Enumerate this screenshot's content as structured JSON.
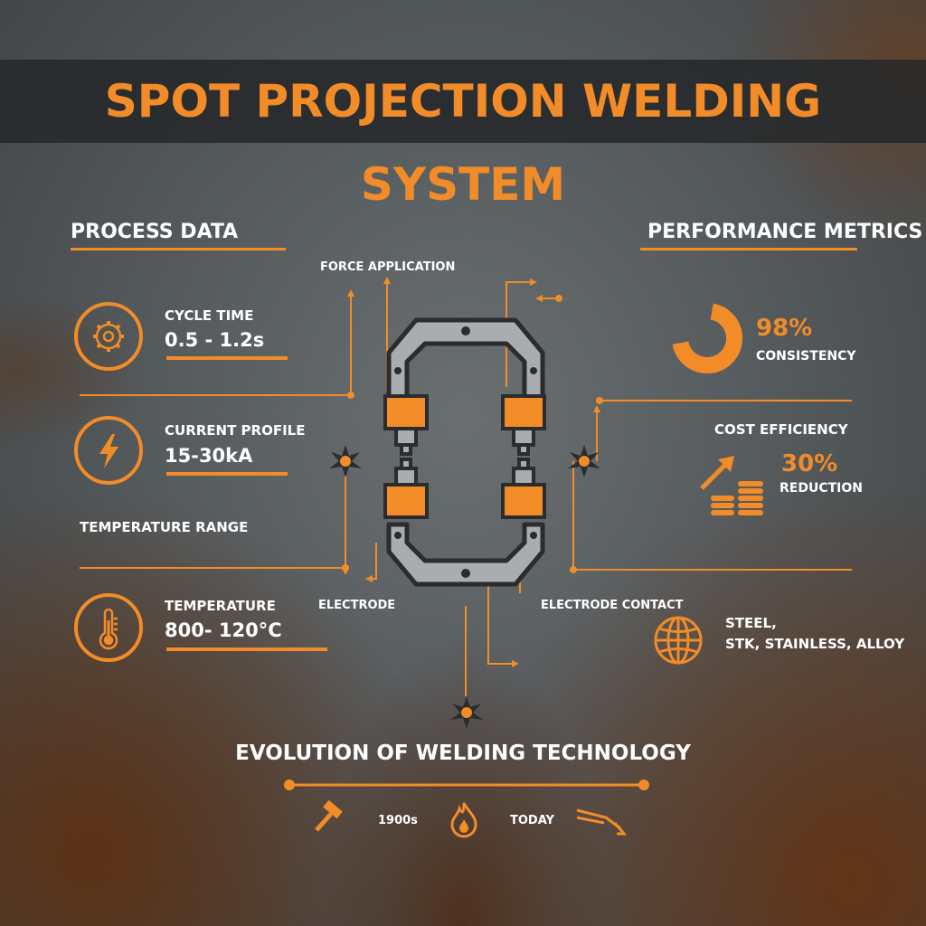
{
  "title": "SPOT PROJECTION WELDING SYSTEM",
  "process": {
    "heading": "PROCESS DATA",
    "cycle_label": "CYCLE TIME",
    "cycle_value": "0.5 - 1.2s",
    "current_label": "CURRENT PROFILE",
    "current_value": "15-30kA",
    "temp_range_label": "TEMPERATURE RANGE",
    "temp_label": "TEMPERATURE",
    "temp_value": "800- 120°C"
  },
  "diagram": {
    "force_label": "FORCE APPLICATION",
    "electrode_label": "ELECTRODE",
    "contact_label": "ELECTRODE CONTACT"
  },
  "performance": {
    "heading": "PERFORMANCE METRICS",
    "consistency_value": "98%",
    "consistency_fraction": 0.98,
    "consistency_label": "CONSISTENCY",
    "cost_heading": "COST EFFICIENCY",
    "cost_value": "30%",
    "cost_label": "REDUCTION",
    "materials_line1": "STEEL,",
    "materials_line2": "STK, STAINLESS, ALLOY"
  },
  "timeline": {
    "heading": "EVOLUTION OF WELDING TECHNOLOGY",
    "label_1900s": "1900s",
    "label_today": "TODAY"
  },
  "colors": {
    "accent": "#f28c28",
    "text": "#ffffff",
    "metal": "#a9adb0",
    "band": "#26282a"
  },
  "icons": [
    "gear-icon",
    "lightning-icon",
    "thermometer-icon",
    "globe-icon",
    "arrow-up-icon",
    "coins-icon",
    "hammer-icon",
    "flame-icon",
    "welding-torch-icon",
    "spark-icon"
  ]
}
